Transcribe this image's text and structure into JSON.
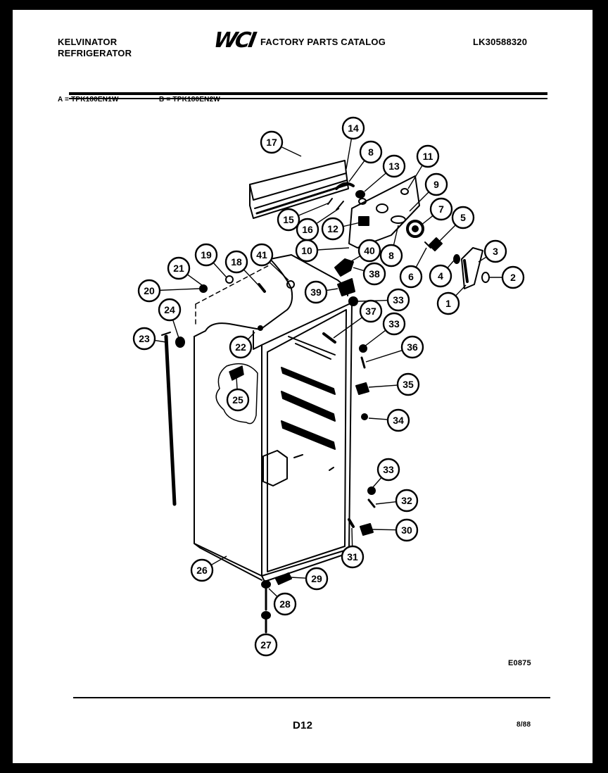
{
  "header": {
    "brand_line1": "KELVINATOR",
    "brand_line2": "REFRIGERATOR",
    "logo_text": "WCI",
    "catalog_title": "FACTORY PARTS CATALOG",
    "catalog_number": "LK30588320"
  },
  "models": {
    "a": "A = TPK180EN1W",
    "b": "B = TPK180EN2W"
  },
  "diagram": {
    "callouts": [
      "1",
      "2",
      "3",
      "4",
      "5",
      "6",
      "7",
      "8",
      "8",
      "9",
      "10",
      "11",
      "12",
      "13",
      "14",
      "15",
      "16",
      "17",
      "18",
      "19",
      "20",
      "21",
      "22",
      "23",
      "24",
      "25",
      "26",
      "27",
      "28",
      "29",
      "30",
      "31",
      "32",
      "33",
      "33",
      "33",
      "34",
      "35",
      "36",
      "37",
      "38",
      "39",
      "40",
      "41"
    ]
  },
  "footer": {
    "diagram_code": "E0875",
    "page": "D12",
    "date": "8/88"
  }
}
